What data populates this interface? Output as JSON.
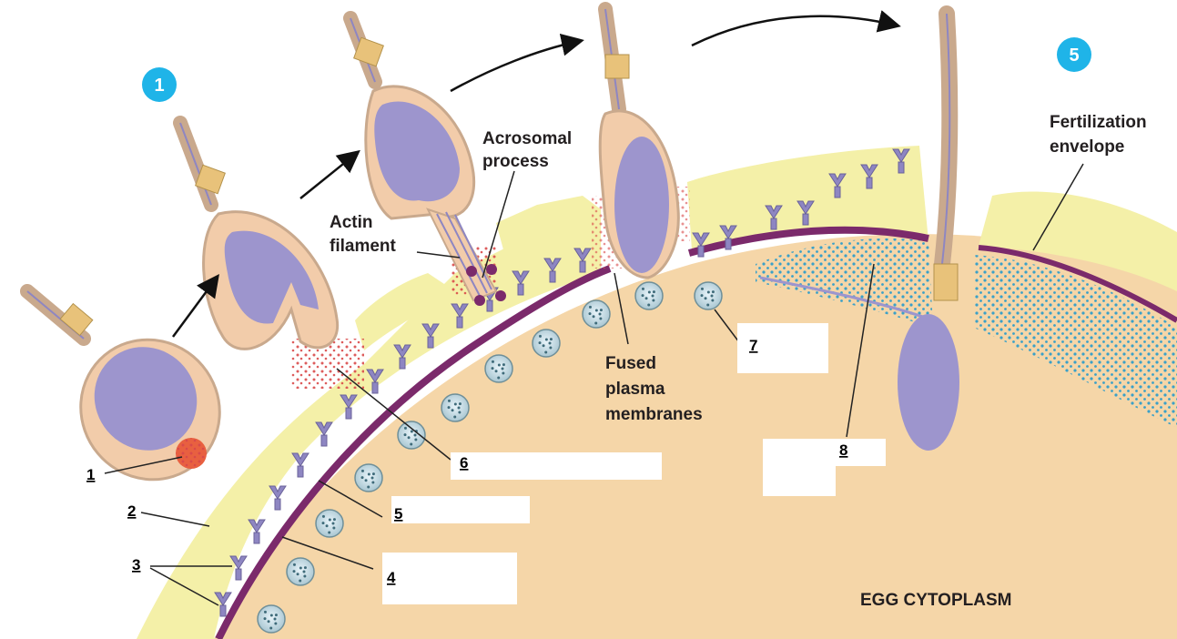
{
  "steps": {
    "first": "1",
    "last": "5"
  },
  "labels": {
    "acrosomal_process": [
      "Acrosomal",
      "process"
    ],
    "actin_filament": [
      "Actin",
      "filament"
    ],
    "fused_membranes": [
      "Fused",
      "plasma",
      "membranes"
    ],
    "fertilization_envelope": [
      "Fertilization",
      "envelope"
    ],
    "egg_cytoplasm": "EGG CYTOPLASM"
  },
  "numbers": [
    "1",
    "2",
    "3",
    "4",
    "5",
    "6",
    "7",
    "8"
  ],
  "colors": {
    "cytoplasm": "#f5d6a8",
    "jelly": "#f4f0a8",
    "membrane": "#7b2a6b",
    "nucleus": "#9d95cd",
    "sperm_body": "#f2ccaa",
    "step_circle": "#1fb4e8",
    "granule": "#6e8f99",
    "dots": "#d94a4a",
    "blue_dots": "#3aa0c8"
  }
}
